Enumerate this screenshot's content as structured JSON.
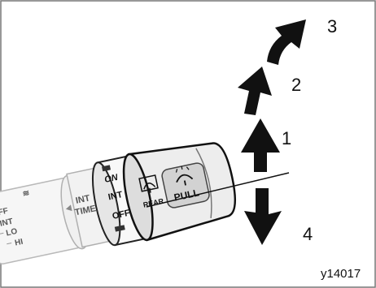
{
  "figure": {
    "step_labels": [
      "1",
      "2",
      "3",
      "4"
    ],
    "image_code": "y14017",
    "stalk_labels": {
      "wash_symbol": "≋",
      "front_positions": [
        "OFF",
        "INT",
        "LO",
        "HI"
      ],
      "int_time": [
        "INT",
        "TIME"
      ],
      "rear_positions": [
        "ON",
        "INT",
        "OFF"
      ],
      "rear_label": "REAR",
      "pull_label": "PULL"
    }
  }
}
